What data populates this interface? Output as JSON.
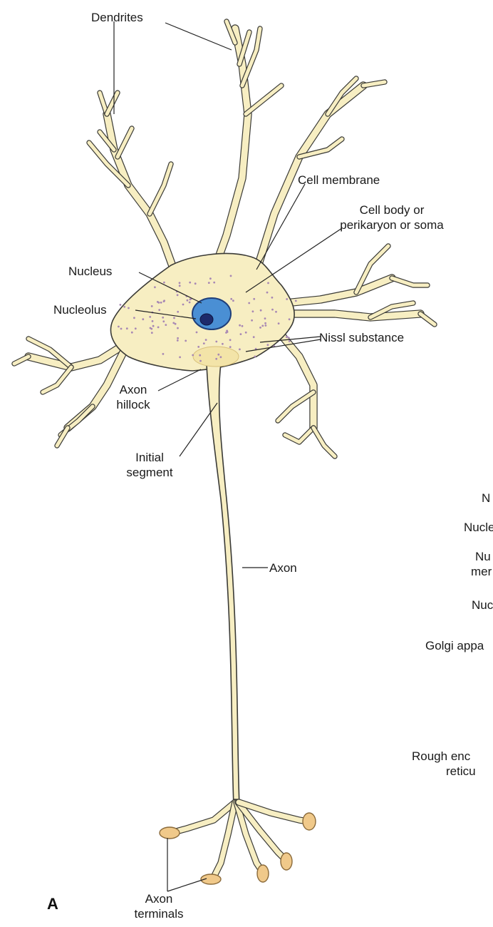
{
  "panel_letter": "A",
  "labels": {
    "dendrites": "Dendrites",
    "cell_membrane": "Cell membrane",
    "cell_body_1": "Cell body or",
    "cell_body_2": "perikaryon or soma",
    "nucleus": "Nucleus",
    "nucleolus": "Nucleolus",
    "nissl": "Nissl substance",
    "axon_hillock_1": "Axon",
    "axon_hillock_2": "hillock",
    "initial_segment_1": "Initial",
    "initial_segment_2": "segment",
    "axon": "Axon",
    "axon_terminals_1": "Axon",
    "axon_terminals_2": "terminals"
  },
  "cut_off_labels": [
    "N",
    "Nucle",
    "Nu",
    "mer",
    "Nuc",
    "Golgi appa",
    "Rough enc",
    "reticu"
  ],
  "colors": {
    "cytoplasm": "#f7eec2",
    "outline": "#3a3a36",
    "nucleus": "#4a8fd4",
    "nucleolus": "#1d2a6b",
    "nissl": "#a888b4",
    "terminal": "#f0c98a"
  }
}
